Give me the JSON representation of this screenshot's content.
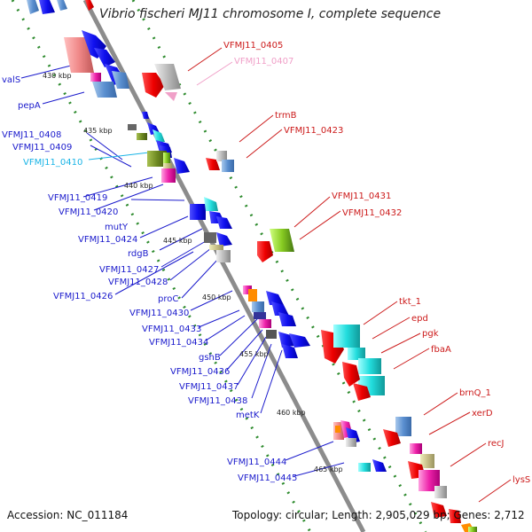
{
  "title": "Vibrio fischeri MJ11 chromosome I, complete sequence",
  "accession": "Accession: NC_011184",
  "topology": "Topology: circular; Length: 2,905,029 bp; Genes: 2,712",
  "tick_labels": [
    "430 kbp",
    "435 kbp",
    "440 kbp",
    "445 kbp",
    "450 kbp",
    "455 kbp",
    "460 kbp",
    "465 kbp"
  ],
  "left_labels": [
    "valS",
    "pepA",
    "VFMJ11_0408",
    "VFMJ11_0409",
    "VFMJ11_0410",
    "VFMJ11_0419",
    "VFMJ11_0420",
    "mutY",
    "VFMJ11_0424",
    "rdgB",
    "VFMJ11_0427",
    "VFMJ11_0428",
    "VFMJ11_0426",
    "proC",
    "VFMJ11_0430",
    "VFMJ11_0433",
    "VFMJ11_0434",
    "gshB",
    "VFMJ11_0436",
    "VFMJ11_0437",
    "VFMJ11_0438",
    "metK",
    "VFMJ11_0444",
    "VFMJ11_0445"
  ],
  "right_labels": [
    "VFMJ11_0405",
    "VFMJ11_0407",
    "trmB",
    "VFMJ11_0423",
    "VFMJ11_0431",
    "VFMJ11_0432",
    "tkt_1",
    "epd",
    "pgk",
    "fbaA",
    "brnQ_1",
    "xerD",
    "recJ",
    "lysS"
  ],
  "colors": {
    "backbone": "#8c8c8c",
    "tick": "#2e8b2e",
    "left_text": "#1a1acc",
    "right_text": "#cc1a1a",
    "highlight_left": "#19b4e6",
    "highlight_right": "#f0a0c8"
  }
}
